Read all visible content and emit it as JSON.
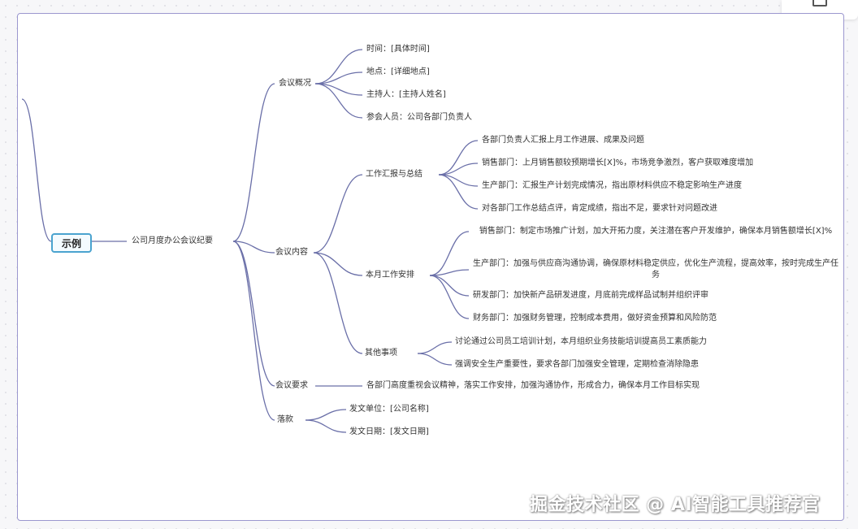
{
  "root": "示例",
  "title": "公司月度办公会议纪要",
  "sections": {
    "overview": {
      "label": "会议概况",
      "items": [
        "时间：[具体时间]",
        "地点：[详细地点]",
        "主持人：[主持人姓名]",
        "参会人员：公司各部门负责人"
      ]
    },
    "content": {
      "label": "会议内容",
      "report": {
        "label": "工作汇报与总结",
        "items": [
          "各部门负责人汇报上月工作进展、成果及问题",
          "销售部门：上月销售额较预期增长[X]%，市场竞争激烈，客户获取难度增加",
          "生产部门：汇报生产计划完成情况，指出原材料供应不稳定影响生产进度",
          "对各部门工作总结点评，肯定成绩，指出不足，要求针对问题改进"
        ]
      },
      "plan": {
        "label": "本月工作安排",
        "items": [
          "销售部门：制定市场推广计划，加大开拓力度，关注潜在客户开发维护，确保本月销售额增长[X]%",
          "生产部门：加强与供应商沟通协调，确保原材料稳定供应，优化生产流程，提高效率，按时完成生产任务",
          "研发部门：加快新产品研发进度，月底前完成样品试制并组织评审",
          "财务部门：加强财务管理，控制成本费用，做好资金预算和风险防范"
        ]
      },
      "other": {
        "label": "其他事项",
        "items": [
          "讨论通过公司员工培训计划，本月组织业务技能培训提高员工素质能力",
          "强调安全生产重要性，要求各部门加强安全管理，定期检查消除隐患"
        ]
      }
    },
    "requirements": {
      "label": "会议要求",
      "items": [
        "各部门高度重视会议精神，落实工作安排，加强沟通协作，形成合力，确保本月工作目标实现"
      ]
    },
    "signature": {
      "label": "落款",
      "items": [
        "发文单位：[公司名称]",
        "发文日期：[发文日期]"
      ]
    }
  },
  "watermark": "掘金技术社区 @ AI智能工具推荐官",
  "colors": {
    "line": "#6a6fa8",
    "root_border": "#4aa3cf",
    "frame": "#9b97cf"
  }
}
